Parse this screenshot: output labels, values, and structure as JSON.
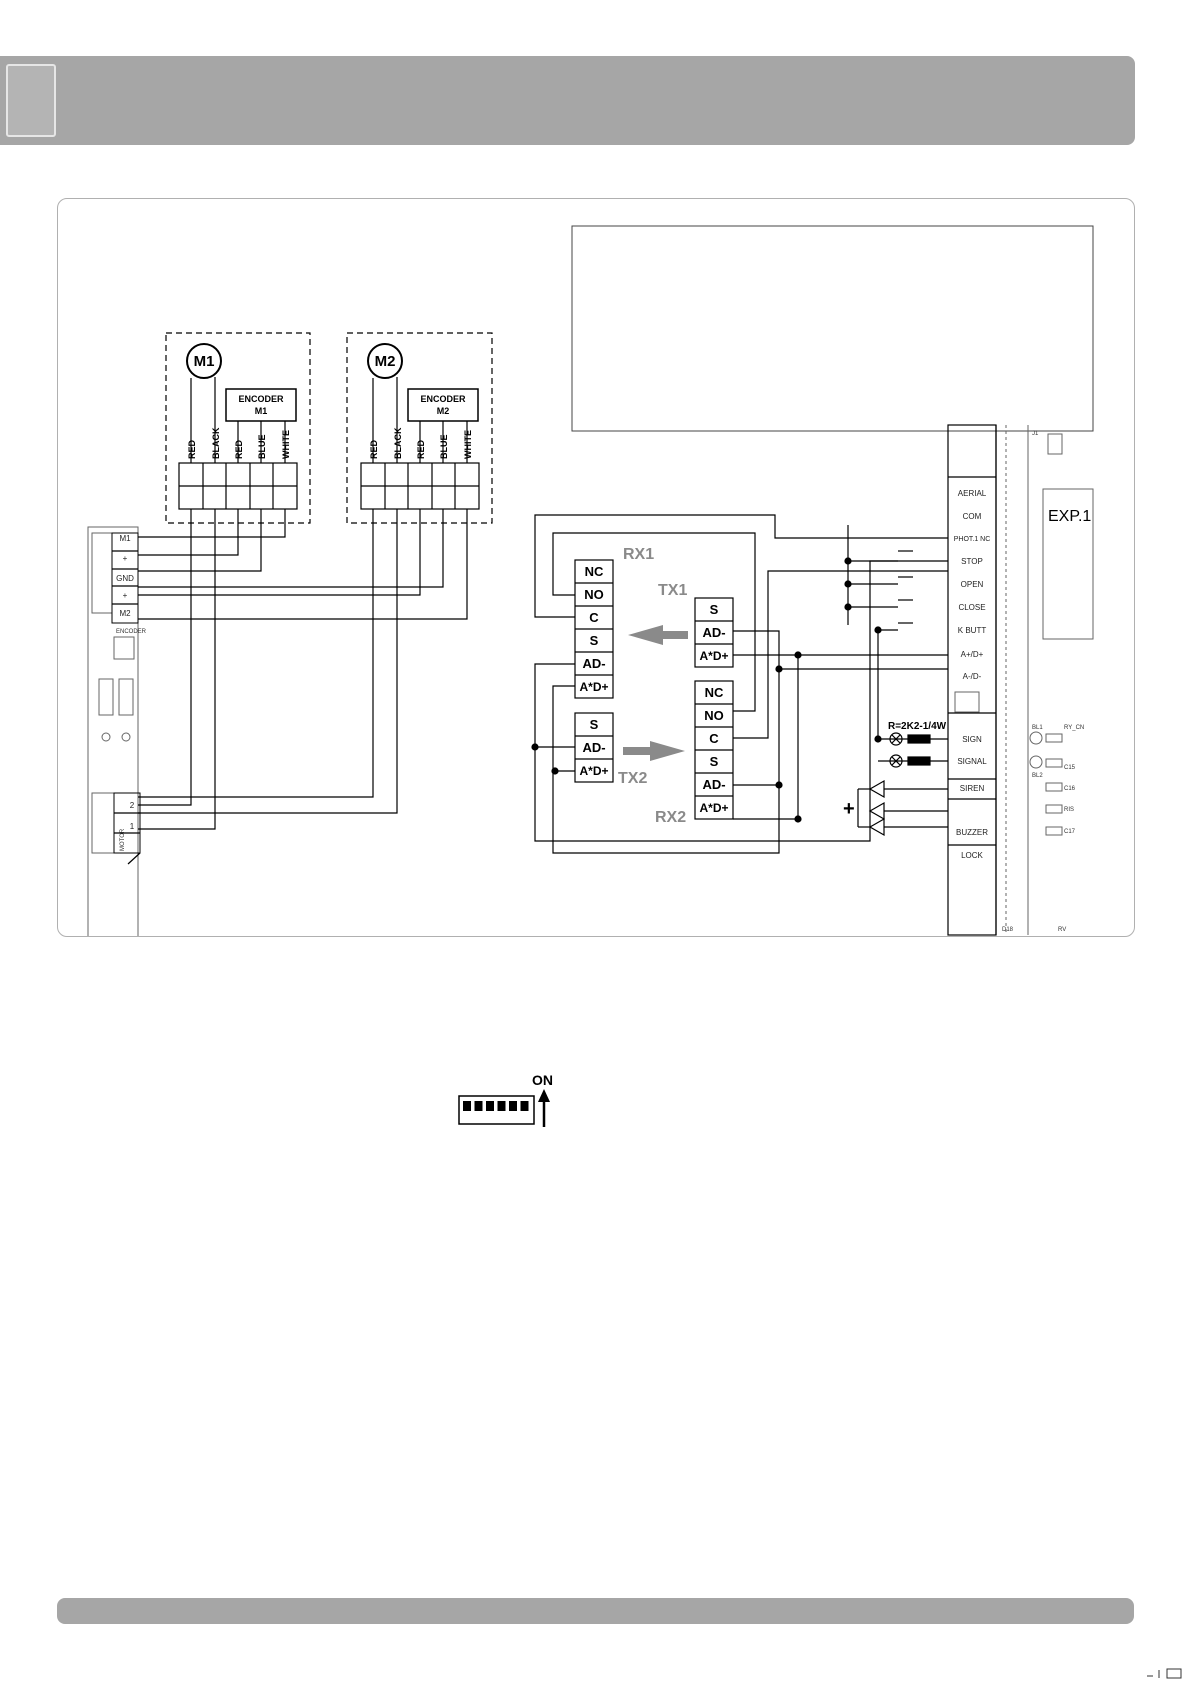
{
  "motor_m1": {
    "label": "M1",
    "encoder_label": [
      "ENCODER",
      "M1"
    ],
    "wires": [
      "RED",
      "BLACK",
      "RED",
      "BLUE",
      "WHITE"
    ]
  },
  "motor_m2": {
    "label": "M2",
    "encoder_label": [
      "ENCODER",
      "M2"
    ],
    "wires": [
      "RED",
      "BLACK",
      "RED",
      "BLUE",
      "WHITE"
    ]
  },
  "left_board": {
    "encoder_terminal_labels": [
      "M1",
      "+",
      "GND",
      "+",
      "M2"
    ],
    "encoder_header": "ENCODER",
    "motor_header": "MOTOR",
    "motor_pins": [
      "2",
      "1"
    ]
  },
  "photocell": {
    "rx1": {
      "label": "RX1",
      "pins": [
        "NC",
        "NO",
        "C",
        "S",
        "AD-",
        "A*D+"
      ]
    },
    "tx1": {
      "label": "TX1",
      "pins": [
        "S",
        "AD-",
        "A*D+"
      ]
    },
    "rx2": {
      "label": "RX2",
      "pins": [
        "NC",
        "NO",
        "C",
        "S",
        "AD-",
        "A*D+"
      ]
    },
    "tx2": {
      "label": "TX2",
      "pins": [
        "S",
        "AD-",
        "A*D+"
      ]
    }
  },
  "resistor_label": "R=2K2-1/4W",
  "plus_sign": "+",
  "control_board": {
    "terminals": [
      "AERIAL",
      "COM",
      "PHOT.1 NC",
      "STOP",
      "OPEN",
      "CLOSE",
      "K BUTT",
      "A+/D+",
      "A-/D-",
      "SIGN",
      "SIGNAL",
      "SIREN",
      "BUZZER",
      "LOCK"
    ],
    "expansion_label": "EXP.1",
    "side_labels": [
      "J1",
      "BL1",
      "BL2",
      "RY_CN",
      "C16",
      "C15",
      "RIS",
      "C17",
      "D18",
      "RV"
    ]
  },
  "dip_switch": {
    "on_label": "ON",
    "switch_count": 6
  }
}
